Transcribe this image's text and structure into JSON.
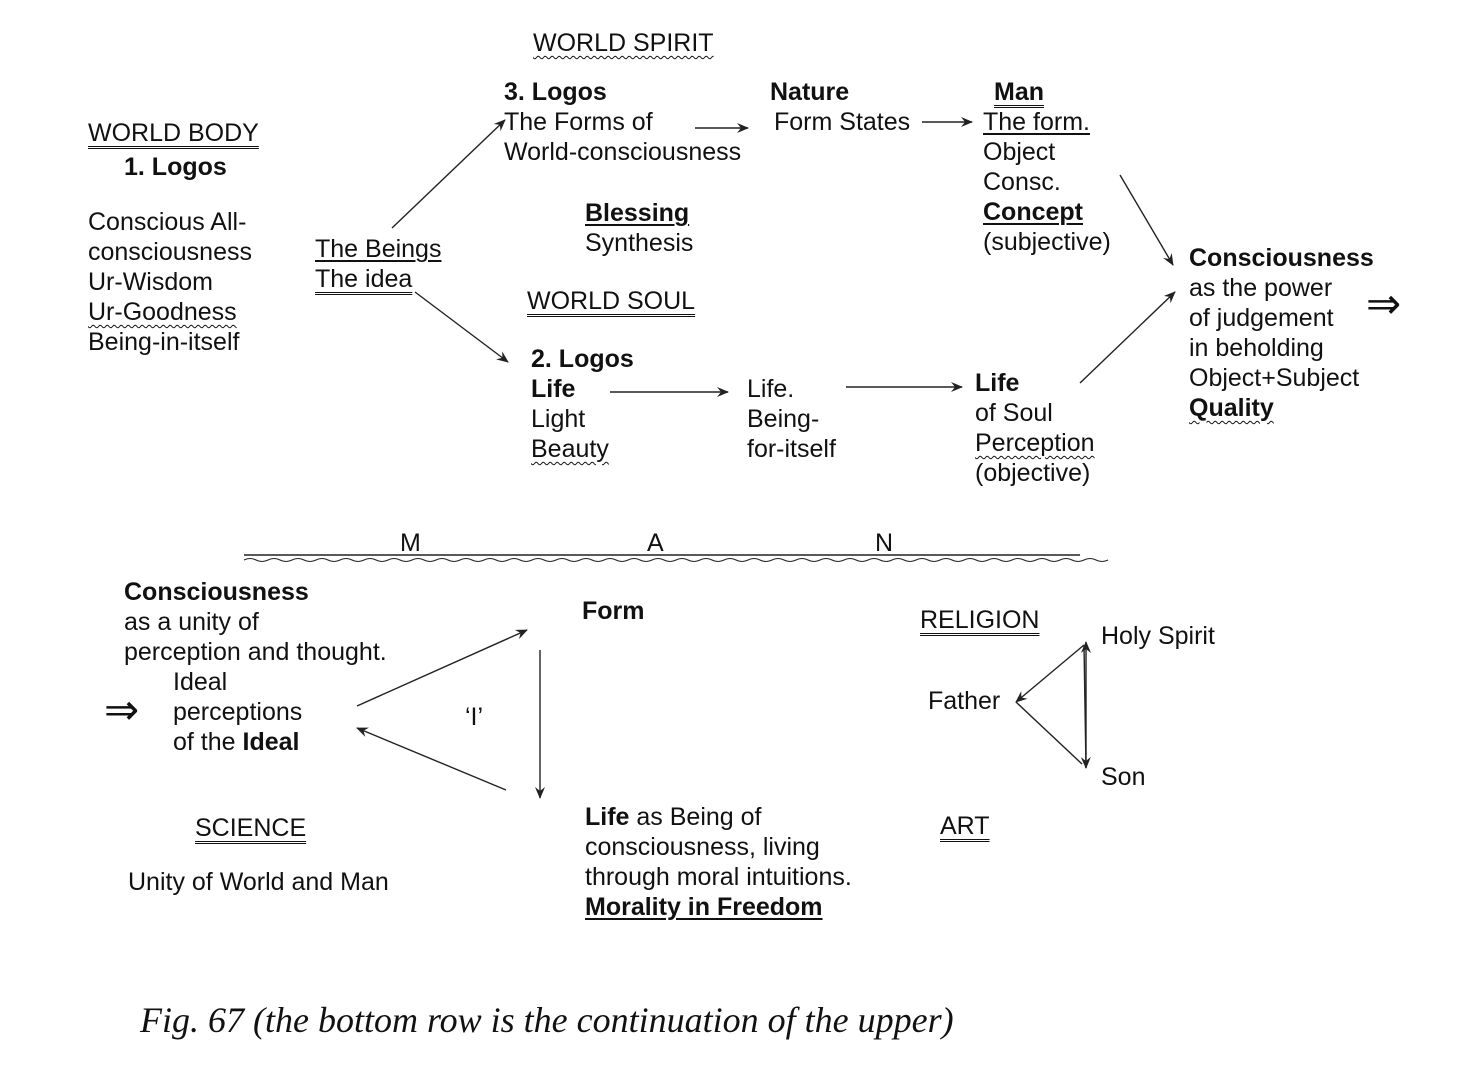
{
  "top": {
    "world_body": {
      "heading": "WORLD BODY",
      "logos": "1. Logos",
      "lines": [
        "Conscious All-",
        "consciousness",
        "Ur-Wisdom",
        "Ur-Goodness",
        "Being-in-itself"
      ]
    },
    "beings": {
      "line1": "The Beings",
      "line2": "The idea"
    },
    "world_spirit": {
      "heading": "WORLD SPIRIT",
      "logos": "3. Logos",
      "forms_line1": "The Forms of",
      "forms_line2": "World-consciousness",
      "blessing": "Blessing",
      "synthesis": "Synthesis"
    },
    "nature": {
      "title": "Nature",
      "form_states": "Form States"
    },
    "man": {
      "title": "Man",
      "the_form": "The form.",
      "object": "Object",
      "consc": "Consc.",
      "concept": "Concept",
      "subjective": "(subjective)"
    },
    "world_soul": {
      "heading": "WORLD SOUL",
      "logos": "2. Logos",
      "life": "Life",
      "light": "Light",
      "beauty": "Beauty"
    },
    "life_being": {
      "line1": "Life.",
      "line2": "Being-",
      "line3": "for-itself"
    },
    "life_soul": {
      "title": "Life",
      "of_soul": "of Soul",
      "perception": "Perception",
      "objective": "(objective)"
    },
    "consciousness_power": {
      "title": "Consciousness",
      "lines": [
        "as the power",
        "of judgement",
        "in beholding",
        "Object+Subject"
      ],
      "quality": "Quality"
    },
    "continue_arrow": "⇒"
  },
  "band": {
    "letters": [
      "M",
      "A",
      "N"
    ]
  },
  "bottom": {
    "consciousness_unity": {
      "title": "Consciousness",
      "line1": "as a unity of",
      "line2": "perception and thought.",
      "ideal1": "Ideal",
      "ideal2": "perceptions",
      "ideal3_prefix": "of the ",
      "ideal3_bold": "Ideal"
    },
    "continue_arrow": "⇒",
    "form": "Form",
    "i_label": "‘I’",
    "science": {
      "heading": "SCIENCE",
      "text": "Unity of World and Man"
    },
    "life_block": {
      "life_bold": "Life",
      "line1_rest": " as Being of",
      "line2": "consciousness, living",
      "line3": "through moral intuitions.",
      "morality": "Morality in Freedom"
    },
    "religion": "RELIGION",
    "art": "ART",
    "trinity": {
      "holy_spirit": "Holy Spirit",
      "father": "Father",
      "son": "Son"
    }
  },
  "caption": "Fig. 67 (the bottom row is the continuation of the upper)"
}
